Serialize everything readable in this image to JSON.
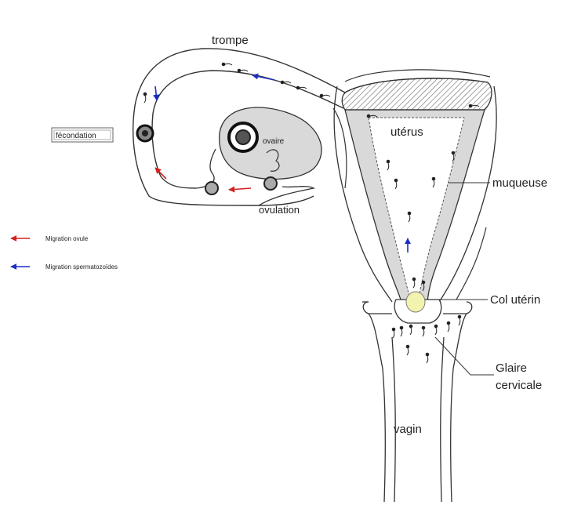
{
  "labels": {
    "trompe": "trompe",
    "uterus": "utérus",
    "muqueuse": "muqueuse",
    "ovaire": "ovaire",
    "ovulation": "ovulation",
    "fecondation": "fécondation",
    "col_uterin": "Col utérin",
    "glaire_line1": "Glaire",
    "glaire_line2": "cervicale",
    "vagin": "vagin"
  },
  "legend": [
    {
      "label": "Migration ovule",
      "color": "#d42020"
    },
    {
      "label": "Migration spermatozoïdes",
      "color": "#1a2fbf"
    }
  ],
  "colors": {
    "outline": "#333333",
    "mucosa_fill": "#d9d9d9",
    "cervix_fill": "#f3f3b0",
    "ovum_arrow": "#d42020",
    "sperm_arrow": "#1a2fbf"
  }
}
